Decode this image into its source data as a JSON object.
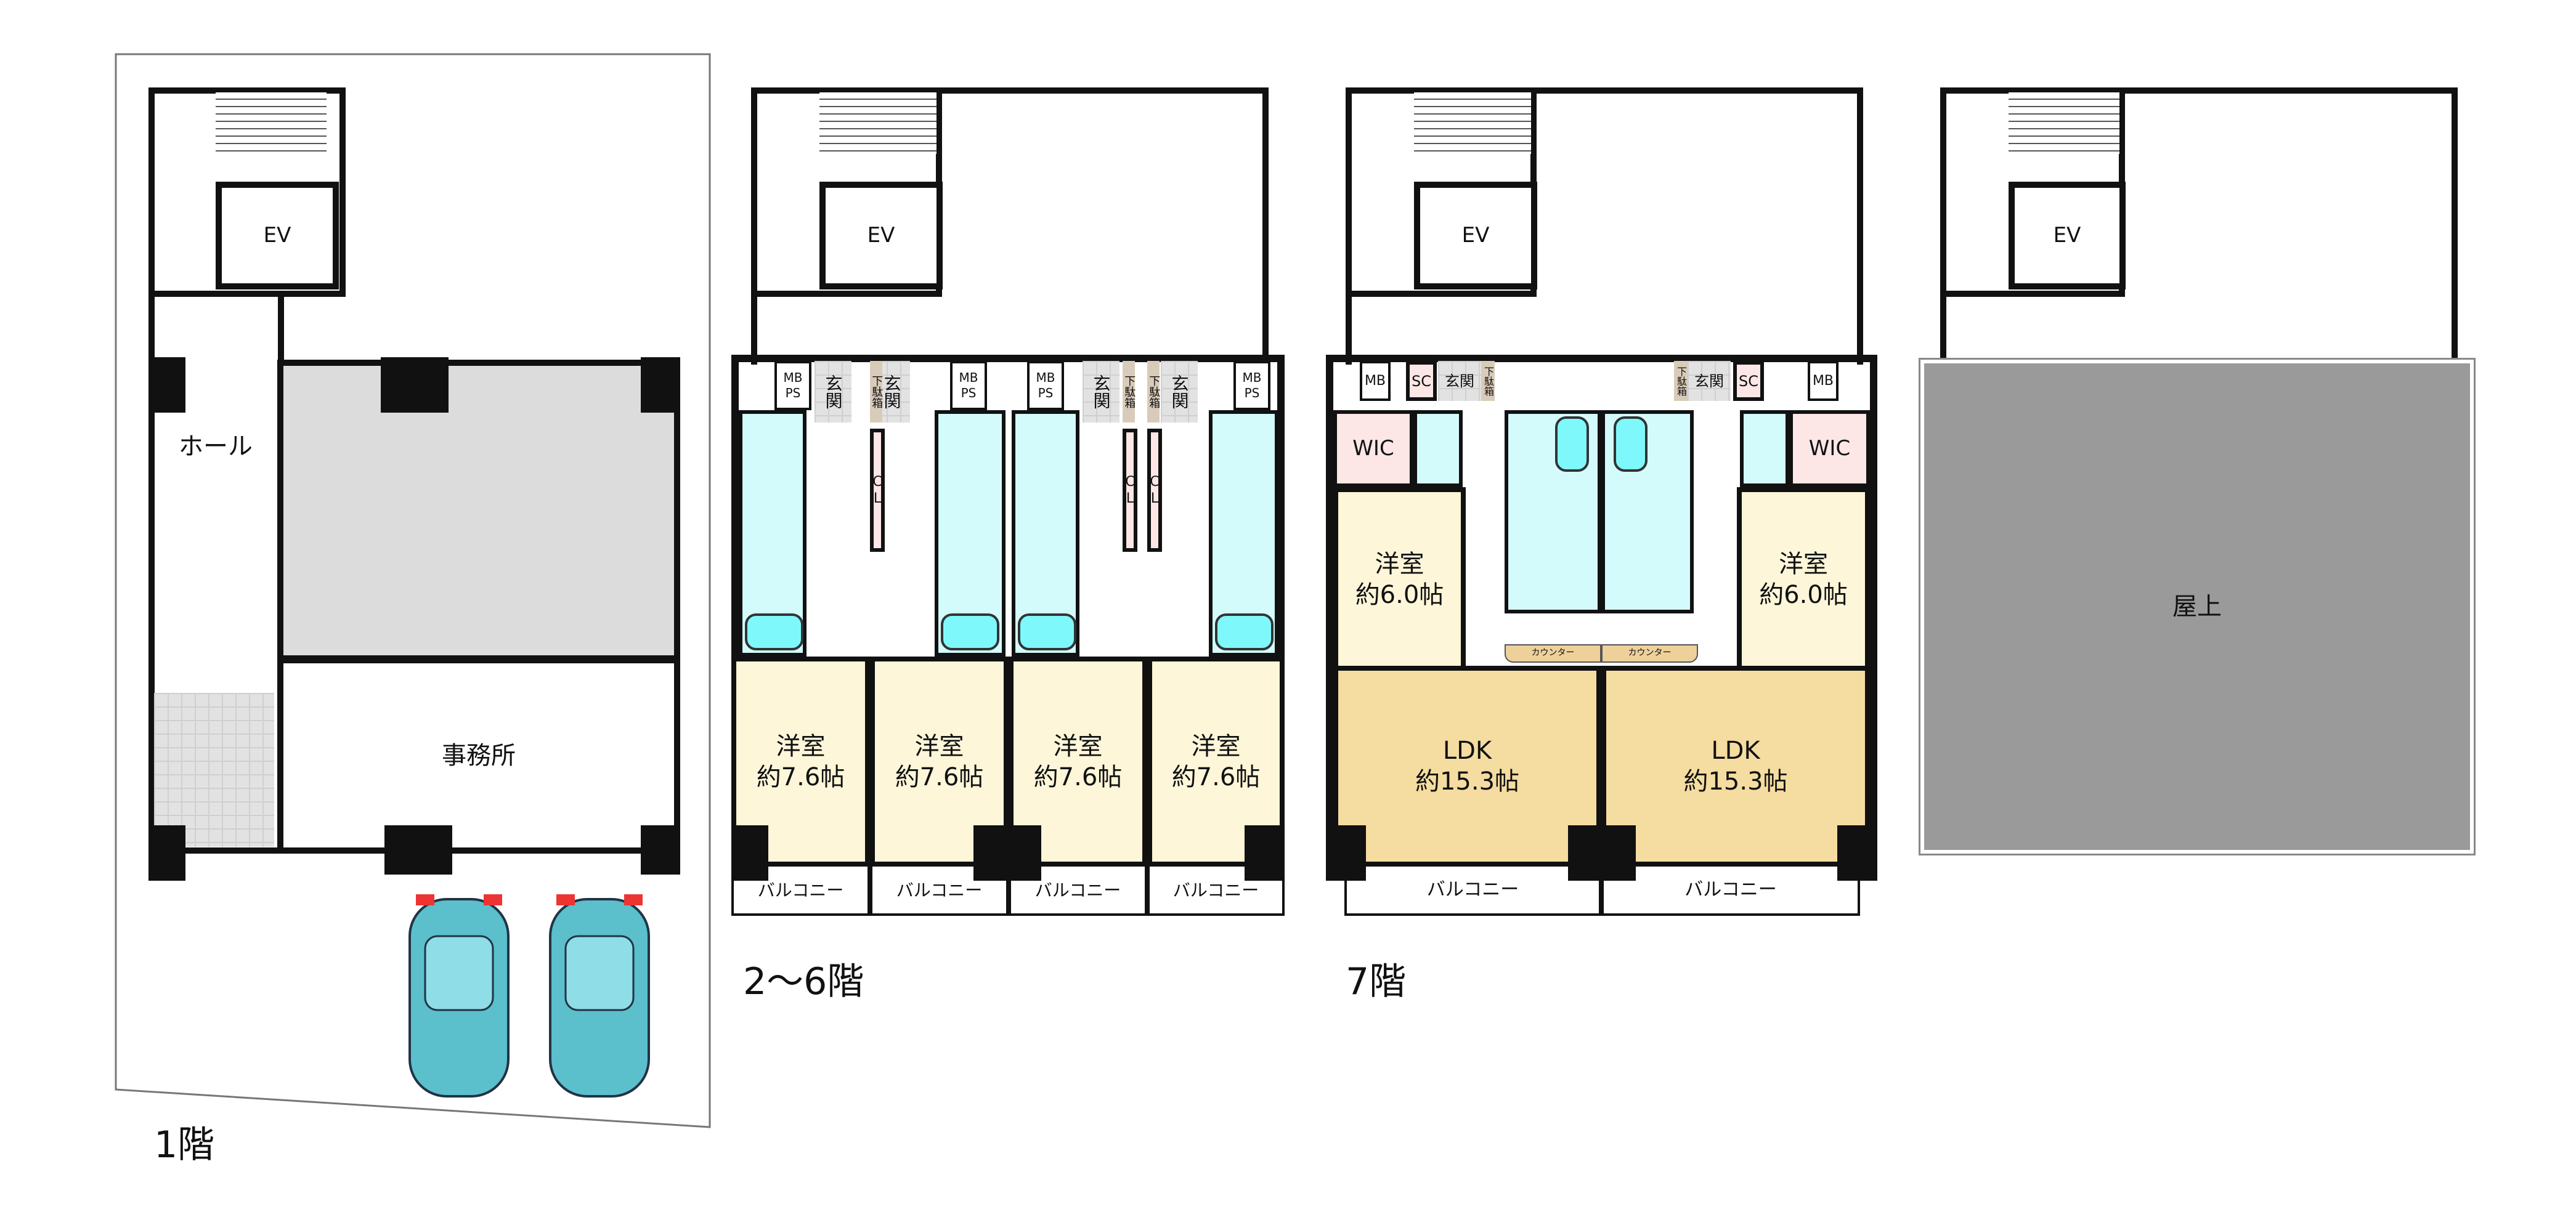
{
  "floor1": {
    "label": "1階",
    "hall": "ホール",
    "office": "事務所",
    "ev": "EV"
  },
  "floor2_6": {
    "label": "2〜6階",
    "ev": "EV",
    "mbps": "MB\nPS",
    "genkan": "玄関",
    "getabako": "下駄箱",
    "cl": "C\nL",
    "room": "洋室\n約7.6帖",
    "balcony": "バルコニー"
  },
  "floor7": {
    "label": "7階",
    "ev": "EV",
    "mb": "MB",
    "sc": "SC",
    "genkan": "玄関",
    "getabako": "下駄箱",
    "wic": "WIC",
    "room": "洋室\n約6.0帖",
    "ldk": "LDK\n約15.3帖",
    "counter": "カウンター",
    "balcony": "バルコニー"
  },
  "roof": {
    "ev": "EV",
    "label": "屋上"
  },
  "colors": {
    "wet": "#d4fbfc",
    "room": "#fdf6d9",
    "ldk": "#f5dca0",
    "closet": "#fde6e6",
    "parking": "#dcdcdc",
    "roof": "#9a9a9a",
    "car": "#5bbfcc"
  }
}
